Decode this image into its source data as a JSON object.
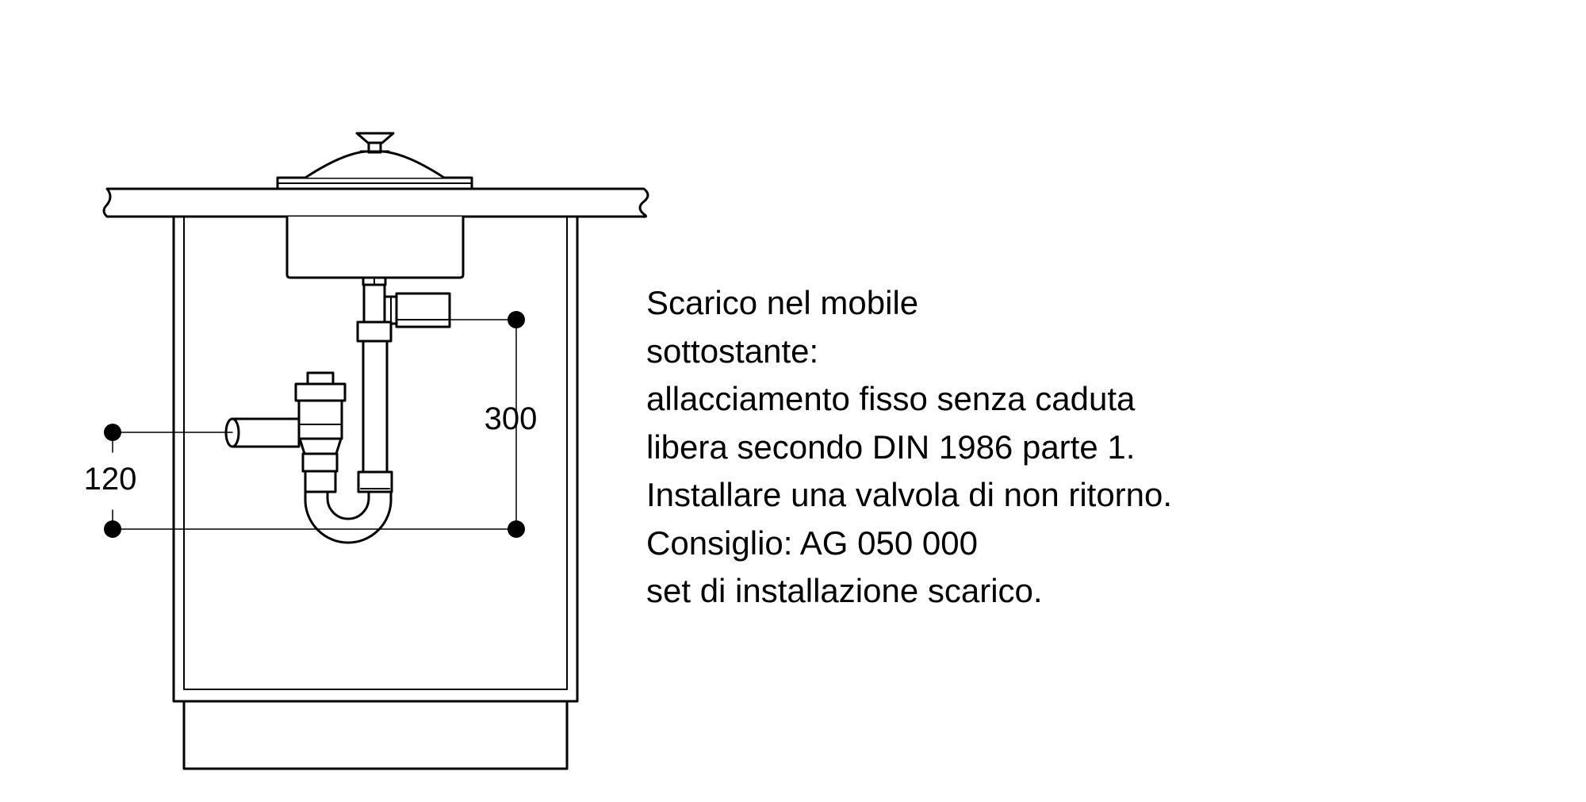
{
  "dimensions": {
    "height_siphon_outlet": "300",
    "height_wall_outlet": "120"
  },
  "description": {
    "lines": [
      "Scarico nel mobile",
      "sottostante:",
      "allacciamento fisso senza caduta",
      "libera secondo DIN 1986 parte 1.",
      "Installare una valvola di non ritorno.",
      "Consiglio: AG 050 000",
      "set di installazione scarico."
    ]
  },
  "colors": {
    "line": "#000000",
    "background": "#ffffff"
  }
}
